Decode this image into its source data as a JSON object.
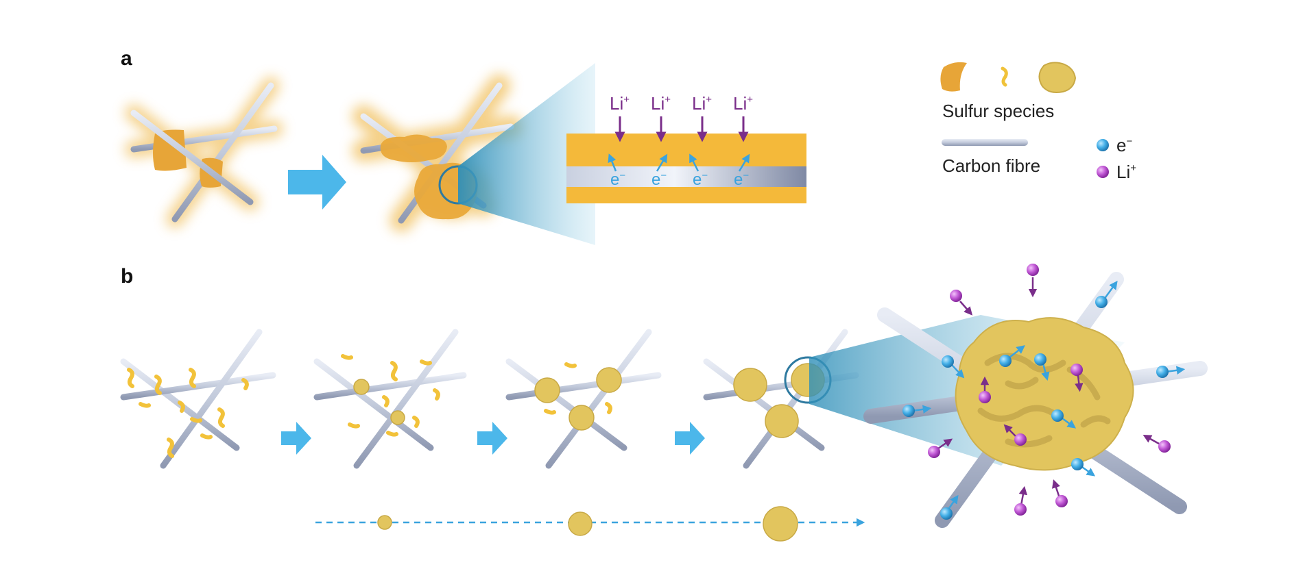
{
  "panels": {
    "a": "a",
    "b": "b"
  },
  "legend": {
    "sulfur": "Sulfur species",
    "carbon": "Carbon fibre",
    "electron": {
      "base": "e",
      "sup": "−"
    },
    "lithium": {
      "base": "Li",
      "sup": "+"
    }
  },
  "ion_labels": {
    "li": {
      "base": "Li",
      "sup": "+"
    },
    "e": {
      "base": "e",
      "sup": "−"
    }
  },
  "colors": {
    "sulfur_orange": "#f0b43a",
    "sulfur_yellow": "#e9cd63",
    "fibre": "#c5cddf",
    "arrow_blue": "#4cb7ea",
    "electron": "#3aa3de",
    "lithium": "#b24ac6",
    "li_arrow": "#7a2e8a"
  }
}
